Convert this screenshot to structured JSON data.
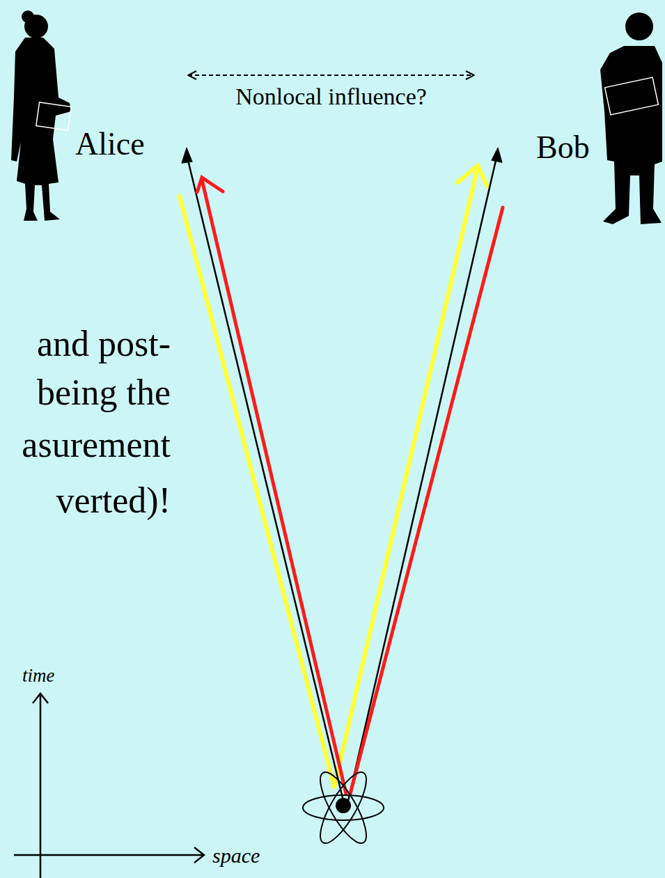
{
  "diagram": {
    "nodes": [
      {
        "text": [
          "Alice"
        ]
      },
      {
        "text": [
          "Bob"
        ]
      }
    ],
    "edges": [
      {
        "from": 0,
        "to": 1,
        "arrow": "both",
        "label": "Nonlocal influence?"
      }
    ],
    "labels": [
      "and post-",
      "being the",
      "asurement",
      "verted)!",
      "time",
      "space"
    ]
  }
}
